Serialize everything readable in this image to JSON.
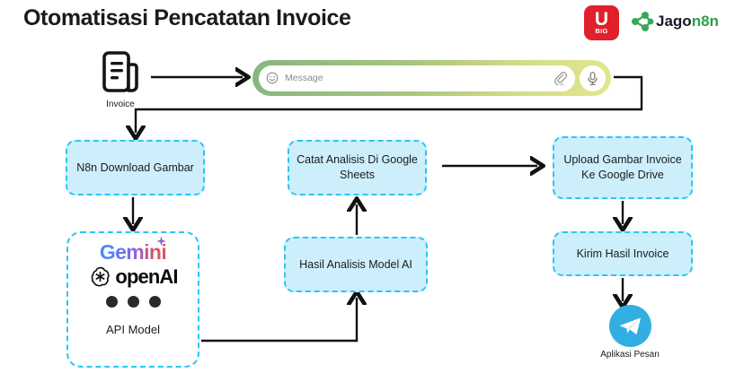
{
  "header": {
    "title": "Otomatisasi Pencatatan Invoice",
    "logos": [
      {
        "name": "ubig-logo",
        "letter": "U",
        "sub": "BIG",
        "color": "#e0202a"
      },
      {
        "name": "jagon8n-logo",
        "text_dark": "Jago",
        "text_accent": "n8n",
        "color": "#2e9e4f"
      }
    ]
  },
  "nodes": {
    "invoice": {
      "label": "Invoice",
      "icon": "invoice-document-icon"
    },
    "message_bar": {
      "placeholder": "Message",
      "emoji_icon": "smiley-icon",
      "attach_icon": "paperclip-icon",
      "mic_icon": "microphone-icon",
      "gradient_from": "#86b680",
      "gradient_to": "#e2e68f"
    },
    "telegram": {
      "label": "Aplikasi Pesan",
      "icon": "telegram-paper-plane-icon",
      "color": "#32afe2"
    }
  },
  "flow": {
    "box_fill": "#cdeffc",
    "box_border": "#29c6f6",
    "boxes": [
      {
        "id": "n8n-download",
        "label": "N8n Download Gambar"
      },
      {
        "id": "api-model",
        "label": "API Model"
      },
      {
        "id": "hasil-analisis",
        "label": "Hasil Analisis Model AI"
      },
      {
        "id": "catat-analisis",
        "label": "Catat Analisis Di Google Sheets"
      },
      {
        "id": "upload-gambar",
        "label": "Upload Gambar Invoice Ke Google Drive"
      },
      {
        "id": "kirim-hasil",
        "label": "Kirim Hasil Invoice"
      }
    ]
  },
  "api_model": {
    "title": "API Model",
    "providers": [
      {
        "name": "gemini-logo",
        "label": "Gemini"
      },
      {
        "name": "openai-logo",
        "label": "openAI"
      }
    ],
    "more_indicator": "three-dots"
  }
}
